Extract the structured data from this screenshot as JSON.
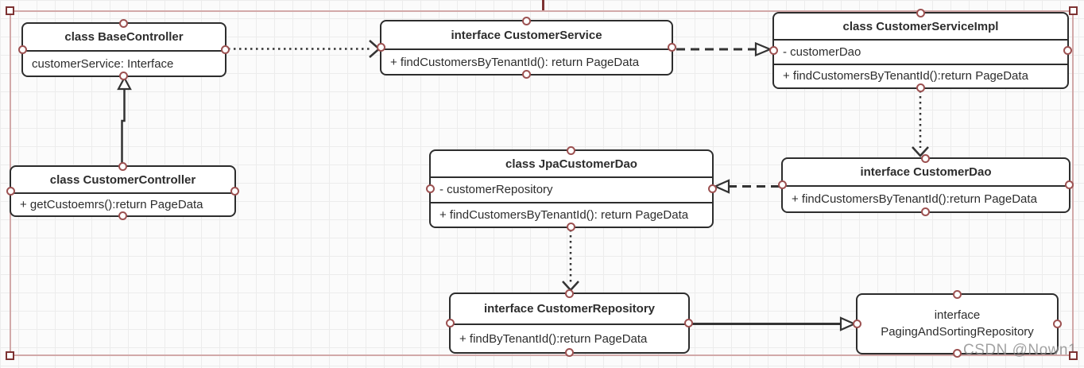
{
  "diagram": {
    "boxes": [
      {
        "id": "base-controller",
        "title": "class BaseController",
        "rows": [
          "customerService: Interface"
        ]
      },
      {
        "id": "customer-service",
        "title": "interface CustomerService",
        "rows": [
          "+ findCustomersByTenantId(): return PageData"
        ]
      },
      {
        "id": "customer-service-impl",
        "title": "class CustomerServiceImpl",
        "rows": [
          "- customerDao",
          "+ findCustomersByTenantId():return PageData"
        ]
      },
      {
        "id": "customer-controller",
        "title": "class CustomerController",
        "rows": [
          "+ getCustoemrs():return PageData"
        ]
      },
      {
        "id": "jpa-customer-dao",
        "title": "class JpaCustomerDao",
        "rows": [
          "- customerRepository",
          "+ findCustomersByTenantId(): return PageData"
        ]
      },
      {
        "id": "customer-dao",
        "title": "interface CustomerDao",
        "rows": [
          "+ findCustomersByTenantId():return PageData"
        ]
      },
      {
        "id": "customer-repository",
        "title": "interface CustomerRepository",
        "rows": [
          "+ findByTenantId():return PageData"
        ]
      },
      {
        "id": "paging-and-sorting-repository",
        "title_lines": [
          "interface",
          "PagingAndSortingRepository"
        ]
      }
    ],
    "edges": [
      {
        "from": "BaseController",
        "to": "CustomerService",
        "line": "dotted",
        "arrowhead": "open-v"
      },
      {
        "from": "CustomerService",
        "to": "CustomerServiceImpl",
        "line": "dashed",
        "arrowhead": "hollow-triangle"
      },
      {
        "from": "CustomerController",
        "to": "BaseController",
        "line": "solid",
        "arrowhead": "hollow-triangle"
      },
      {
        "from": "CustomerServiceImpl",
        "to": "CustomerDao",
        "line": "dotted",
        "arrowhead": "open-v"
      },
      {
        "from": "CustomerDao",
        "to": "JpaCustomerDao",
        "line": "dashed",
        "arrowhead": "hollow-triangle"
      },
      {
        "from": "JpaCustomerDao",
        "to": "CustomerRepository",
        "line": "dotted",
        "arrowhead": "open-v"
      },
      {
        "from": "CustomerRepository",
        "to": "PagingAndSortingRepository",
        "line": "solid",
        "arrowhead": "hollow-triangle"
      }
    ],
    "watermark": "CSDN @Nown1",
    "colors": {
      "box_border": "#2d2d2d",
      "edge": "#333333",
      "port_stroke": "#9c5151",
      "selection_border": "#d2a9a9",
      "handle_stroke": "#7d3232",
      "watermark": "#8b8b8b",
      "grid_line": "#ececec",
      "background": "#fbfbfb"
    }
  }
}
